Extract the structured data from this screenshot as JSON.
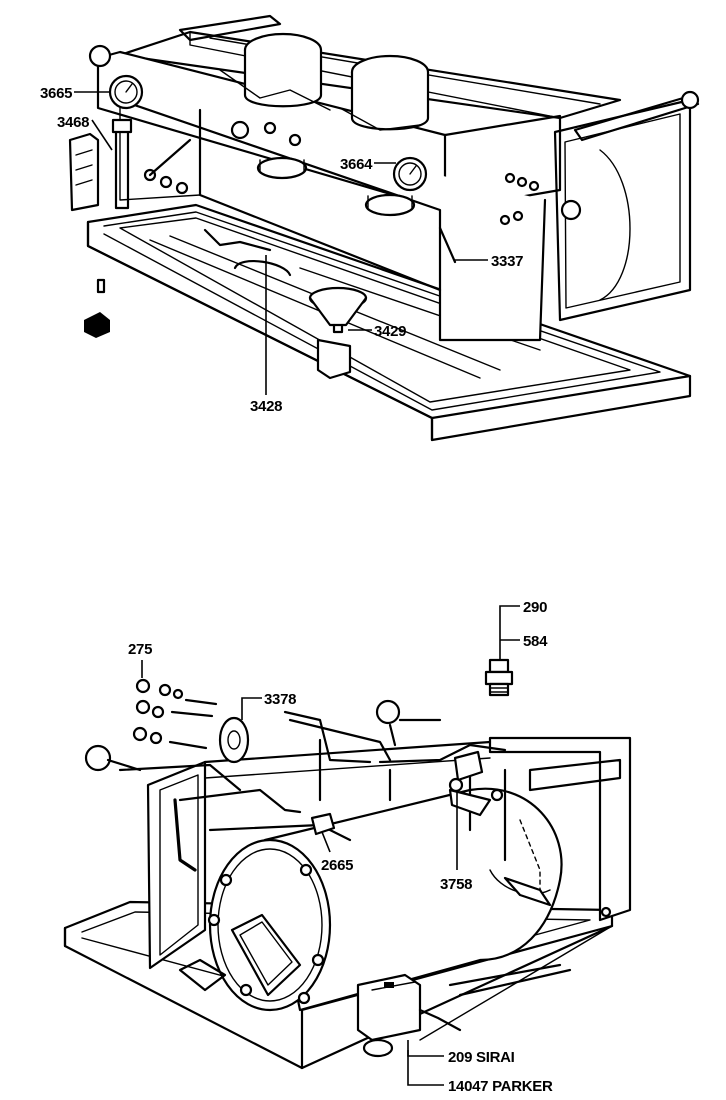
{
  "top_view": {
    "callouts": [
      {
        "id": "c3665",
        "label": "3665"
      },
      {
        "id": "c3468",
        "label": "3468"
      },
      {
        "id": "c3664",
        "label": "3664"
      },
      {
        "id": "c3337",
        "label": "3337"
      },
      {
        "id": "c3429",
        "label": "3429"
      },
      {
        "id": "c3428",
        "label": "3428"
      }
    ]
  },
  "bottom_view": {
    "callouts": [
      {
        "id": "c290",
        "label": "290"
      },
      {
        "id": "c584",
        "label": "584"
      },
      {
        "id": "c275",
        "label": "275"
      },
      {
        "id": "c3378",
        "label": "3378"
      },
      {
        "id": "c2665",
        "label": "2665"
      },
      {
        "id": "c3758",
        "label": "3758"
      },
      {
        "id": "c209",
        "label": "209 SIRAI"
      },
      {
        "id": "c14047",
        "label": "14047 PARKER"
      }
    ]
  }
}
